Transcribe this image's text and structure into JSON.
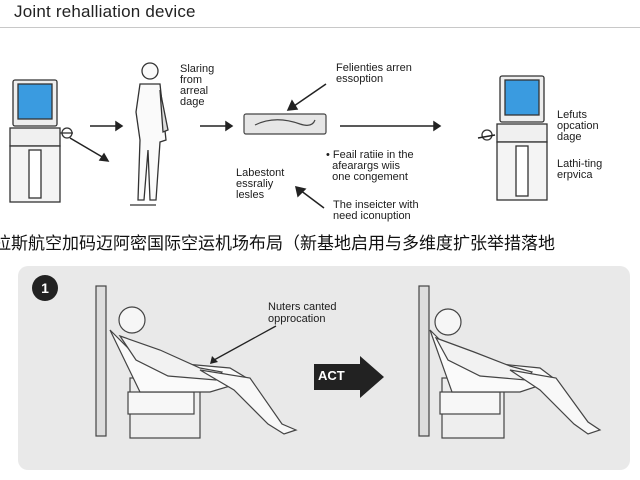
{
  "header": {
    "title": "Joint rehalliation device"
  },
  "top_diagram": {
    "label_standing": "Slaring\nfrom\narreal\ndage",
    "label_feliencies": "Felienties arren\nessoption",
    "label_bullet1": "• Feail ratiie in the\n  afearargs wiis\n  one congement",
    "label_labestont": "Labestont\nessraliy\nlesles",
    "label_insescter": "The inseicter with\nneed iconuption",
    "label_lefuts": "Lefuts\nopcation\ndage",
    "label_lathing": "Lathi-ting\nerpvica"
  },
  "banner": {
    "text": "拉斯航空加码迈阿密国际空运机场布局（新基地启用与多维度扩张举措落地"
  },
  "bottom_panel": {
    "step_number": "1",
    "annotation": "Nuters canted\nopprocation",
    "arrow_label": "ACT"
  },
  "colors": {
    "screen_blue": "#3a9be0",
    "panel_bg": "#e9e9e9",
    "ink": "#222222"
  }
}
